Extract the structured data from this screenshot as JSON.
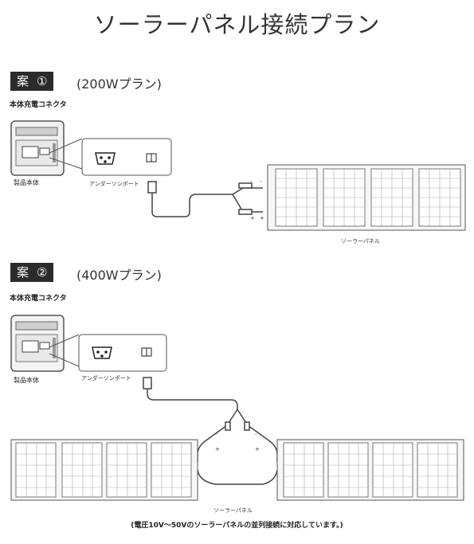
{
  "page": {
    "title": "ソーラーパネル接続プラン",
    "footnote": "(電圧10V～50Vのソーラーパネルの並列接続に対応しています。)"
  },
  "plans": [
    {
      "badge": "案",
      "number": "①",
      "note": "(200Wプラン)",
      "connector_label": "本体充電コネクタ",
      "unit_label": "製品本体",
      "cable_label": "アンダーソンポート",
      "panel_label": "ソーラーパネル",
      "panel_count": 4
    },
    {
      "badge": "案",
      "number": "②",
      "note": "(400Wプラン)",
      "connector_label": "本体充電コネクタ",
      "unit_label": "製品本体",
      "cable_label": "アンダーソンポート",
      "panel_label": "ソーラーパネル",
      "panel_count": 8
    }
  ],
  "polarity": {
    "minus": "-",
    "plus": "+"
  }
}
